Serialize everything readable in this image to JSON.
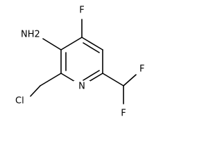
{
  "molecule": {
    "atoms": {
      "nh2": "NH2",
      "f_ring": "F",
      "cl": "Cl",
      "n_ring": "N",
      "f_top": "F",
      "f_bottom": "F"
    }
  }
}
